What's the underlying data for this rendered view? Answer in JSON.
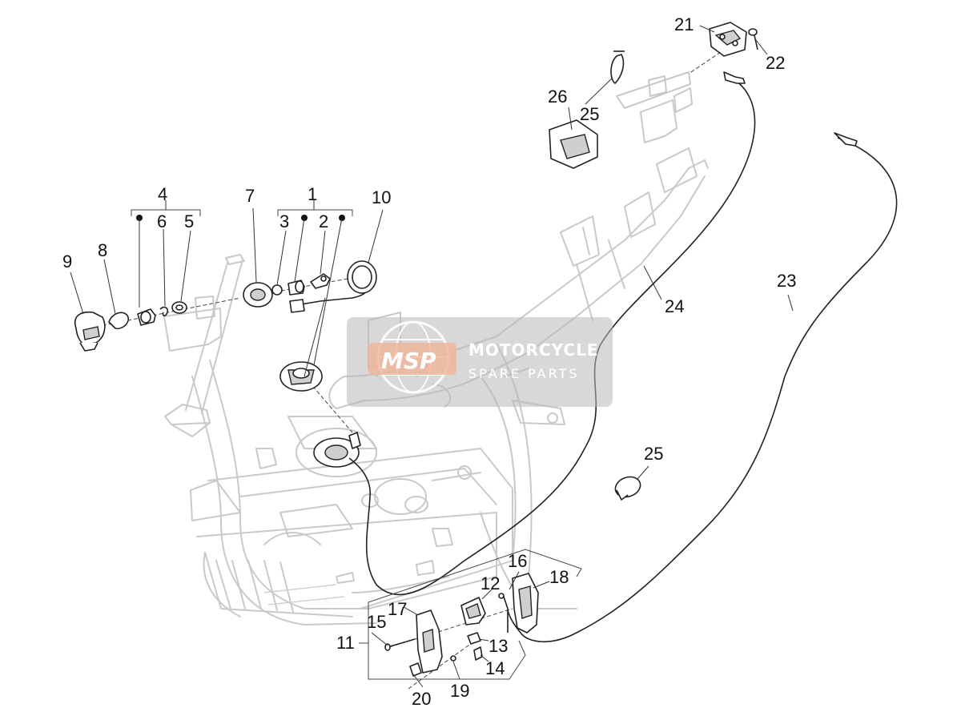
{
  "callouts": {
    "c1": "1",
    "c2": "2",
    "c3": "3",
    "c4": "4",
    "c5": "5",
    "c6": "6",
    "c7": "7",
    "c8": "8",
    "c9": "9",
    "c10": "10",
    "c11": "11",
    "c12": "12",
    "c13": "13",
    "c14": "14",
    "c15": "15",
    "c16": "16",
    "c17": "17",
    "c18": "18",
    "c19": "19",
    "c20": "20",
    "c21": "21",
    "c22": "22",
    "c23": "23",
    "c24": "24",
    "c25a": "25",
    "c25b": "25",
    "c26": "26"
  },
  "watermark": {
    "logo": "MSP",
    "line1": "MOTORCYCLE",
    "line2": "SPARE PARTS"
  }
}
